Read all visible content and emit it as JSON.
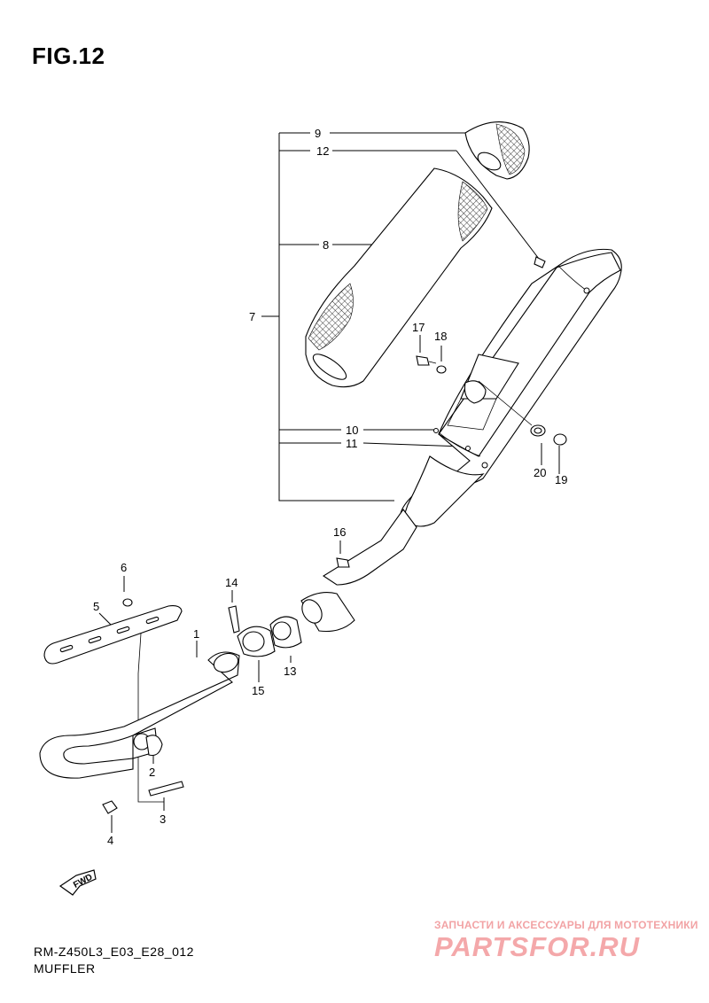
{
  "figure": {
    "title": "FIG.12"
  },
  "footer": {
    "model_code": "RM-Z450L3_E03_E28_012",
    "section_name": "MUFFLER"
  },
  "direction_marker": {
    "label": "FWD"
  },
  "part_numbers": [
    "1",
    "2",
    "3",
    "4",
    "5",
    "6",
    "7",
    "8",
    "9",
    "10",
    "11",
    "12",
    "13",
    "14",
    "15",
    "16",
    "17",
    "18",
    "19",
    "20"
  ],
  "watermark": {
    "tagline": "ЗАПЧАСТИ И АКСЕССУАРЫ ДЛЯ МОТОТЕХНИКИ",
    "brand": "PARTSFOR.RU"
  }
}
